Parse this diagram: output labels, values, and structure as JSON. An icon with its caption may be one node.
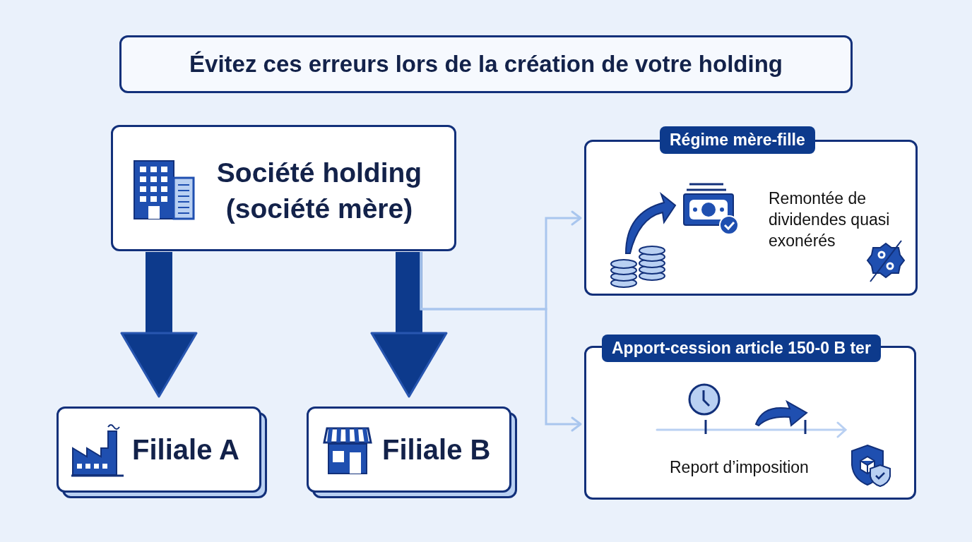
{
  "diagram": {
    "title": "Évitez ces erreurs lors de la création de votre holding",
    "nodes": [
      {
        "text": [
          "Société holding (société mère)"
        ]
      },
      {
        "text": [
          "Filiale A"
        ]
      },
      {
        "text": [
          "Filiale B"
        ]
      },
      {
        "text": [
          "Régime mère-fille",
          "Remontée de dividendes quasi exonérés"
        ]
      },
      {
        "text": [
          "Apport-cession article 150-0 B ter",
          "Report d’imposition"
        ]
      }
    ],
    "edges": [
      {
        "from": 0,
        "to": 1,
        "arrow": "to",
        "style": "thick"
      },
      {
        "from": 0,
        "to": 2,
        "arrow": "to",
        "style": "thick"
      },
      {
        "from": 0,
        "to": 3,
        "arrow": "to",
        "color": "#a9c6ee"
      },
      {
        "from": 0,
        "to": 4,
        "arrow": "to",
        "color": "#a9c6ee"
      }
    ]
  }
}
